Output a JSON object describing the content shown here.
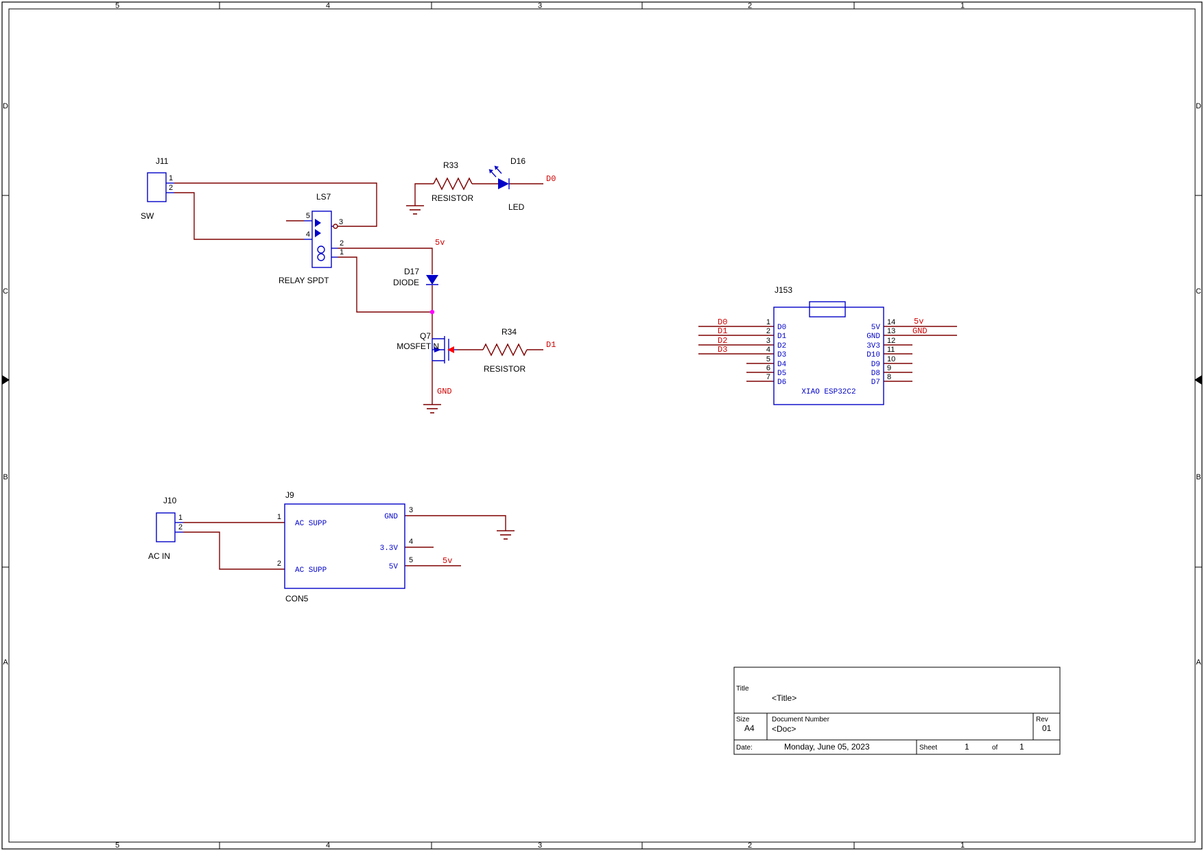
{
  "frame": {
    "cols": [
      "5",
      "4",
      "3",
      "2",
      "1"
    ],
    "rows": [
      "D",
      "C",
      "B",
      "A"
    ]
  },
  "colors": {
    "wire": "#7f0000",
    "symbol": "#0202c8",
    "net_label": "#cf0000",
    "junction": "#ff00ff"
  },
  "parts": {
    "j11": {
      "ref": "J11",
      "value": "SW",
      "pins": {
        "p1": "1",
        "p2": "2"
      }
    },
    "ls7": {
      "ref": "LS7",
      "value": "RELAY SPDT",
      "pins": {
        "p5": "5",
        "p4": "4",
        "p3": "3",
        "p2": "2",
        "p1": "1"
      }
    },
    "r33": {
      "ref": "R33",
      "value": "RESISTOR"
    },
    "d16": {
      "ref": "D16",
      "value": "LED"
    },
    "d17": {
      "ref": "D17",
      "value": "DIODE"
    },
    "q7": {
      "ref": "Q7",
      "value": "MOSFET N"
    },
    "r34": {
      "ref": "R34",
      "value": "RESISTOR"
    },
    "j10": {
      "ref": "J10",
      "value": "AC IN",
      "pins": {
        "p1": "1",
        "p2": "2"
      }
    },
    "j9": {
      "ref": "J9",
      "value": "CON5",
      "pins": {
        "p1": {
          "num": "1",
          "name": "AC SUPP"
        },
        "p2": {
          "num": "2",
          "name": "AC SUPP"
        },
        "p3": {
          "num": "3",
          "name": "GND"
        },
        "p4": {
          "num": "4",
          "name": "3.3V"
        },
        "p5": {
          "num": "5",
          "name": "5V"
        }
      }
    },
    "j153": {
      "ref": "J153",
      "value": "XIAO ESP32C2",
      "left": [
        {
          "num": "1",
          "name": "D0"
        },
        {
          "num": "2",
          "name": "D1"
        },
        {
          "num": "3",
          "name": "D2"
        },
        {
          "num": "4",
          "name": "D3"
        },
        {
          "num": "5",
          "name": "D4"
        },
        {
          "num": "6",
          "name": "D5"
        },
        {
          "num": "7",
          "name": "D6"
        }
      ],
      "right": [
        {
          "num": "14",
          "name": "5V"
        },
        {
          "num": "13",
          "name": "GND"
        },
        {
          "num": "12",
          "name": "3V3"
        },
        {
          "num": "11",
          "name": "D10"
        },
        {
          "num": "10",
          "name": "D9"
        },
        {
          "num": "9",
          "name": "D8"
        },
        {
          "num": "8",
          "name": "D7"
        }
      ]
    }
  },
  "nets": {
    "d0": "D0",
    "d1": "D1",
    "d2": "D2",
    "d3": "D3",
    "v5": "5v",
    "gnd": "GND"
  },
  "title_block": {
    "title_label": "Title",
    "title": "<Title>",
    "size_label": "Size",
    "size": "A4",
    "doc_label": "Document Number",
    "doc": "<Doc>",
    "rev_label": "Rev",
    "rev": "01",
    "date_label": "Date:",
    "date": "Monday, June 05, 2023",
    "sheet_label": "Sheet",
    "sheet_num": "1",
    "of_label": "of",
    "sheet_total": "1"
  }
}
